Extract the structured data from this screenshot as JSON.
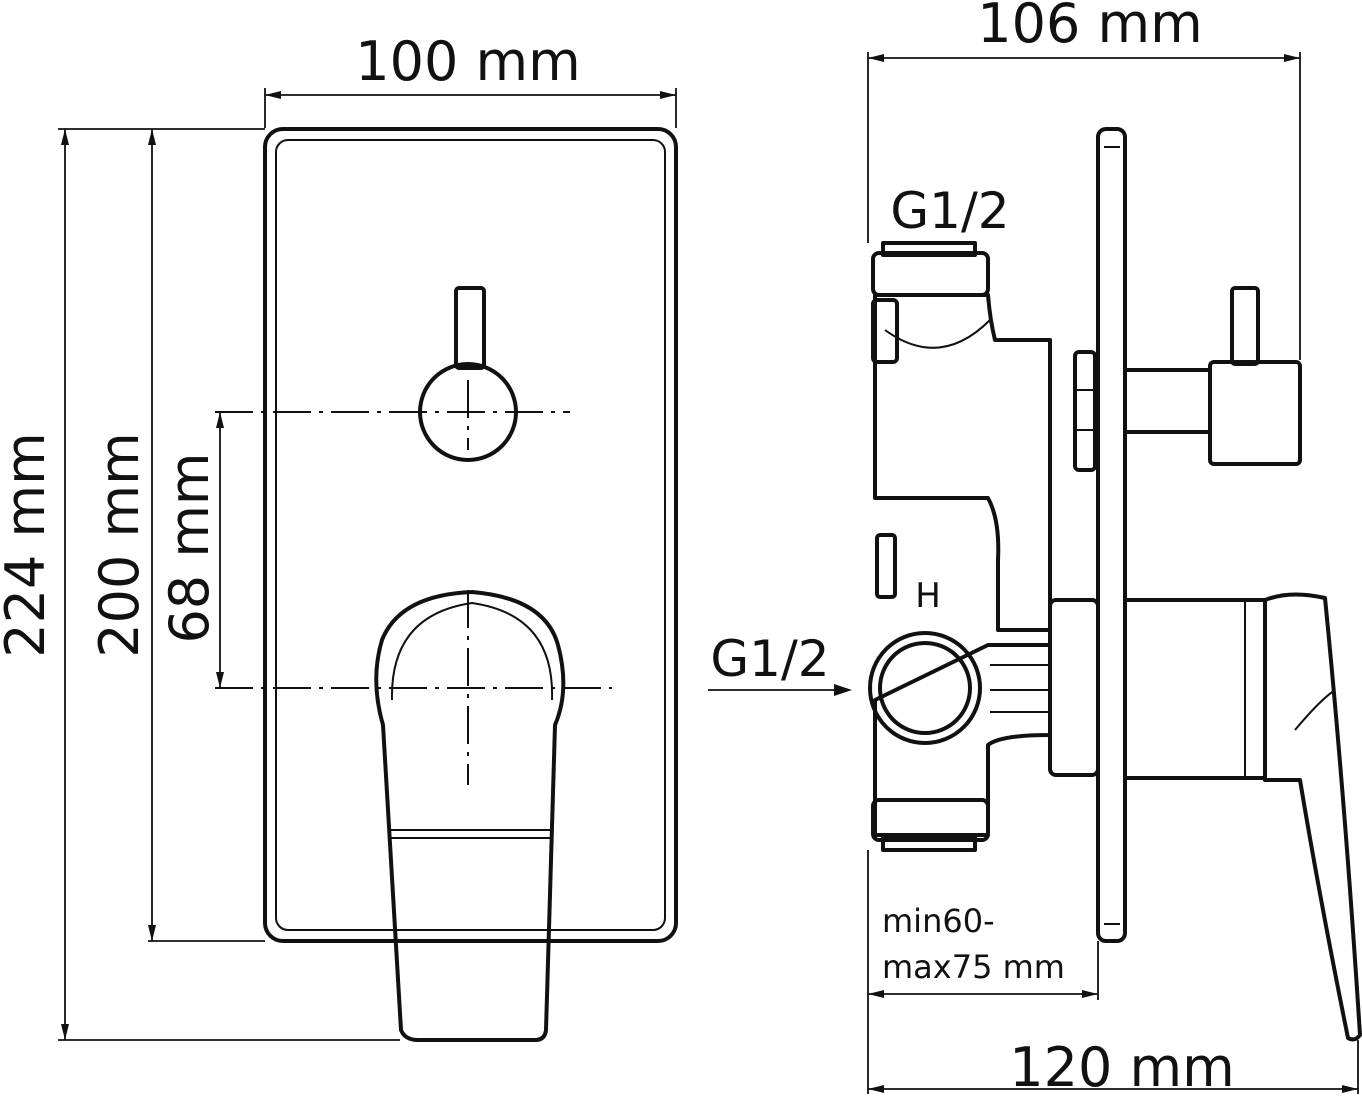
{
  "front_view": {
    "width_label": "100 mm",
    "overall_height_label": "224 mm",
    "plate_height_label": "200 mm",
    "axis_distance_label": "68 mm"
  },
  "side_view": {
    "depth_label": "106 mm",
    "total_depth_label": "120 mm",
    "top_connection_label": "G1/2",
    "inlet_label": "G1/2",
    "install_depth_label_1": "min60-",
    "install_depth_label_2": "max75 mm",
    "hot_marker": "H"
  }
}
